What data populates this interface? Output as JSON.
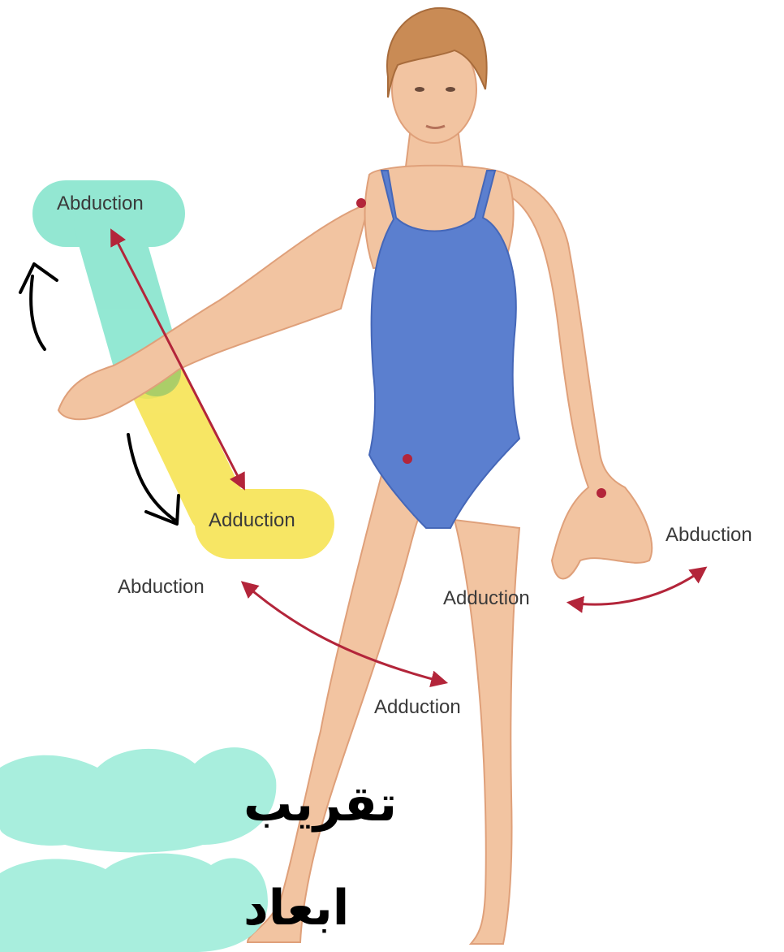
{
  "labels": {
    "arm_abduction": "Abduction",
    "arm_adduction": "Adduction",
    "leg_abduction": "Abduction",
    "leg_adduction": "Adduction",
    "hand_abduction": "Abduction",
    "hand_adduction": "Adduction"
  },
  "annotations": {
    "arabic_line_1": "تقريب",
    "arabic_line_2": "ابعاد"
  },
  "colors": {
    "skin": "#f2c4a1",
    "skin_shadow": "#dfa07a",
    "swimsuit": "#5b7fcf",
    "swimsuit_dark": "#4567b8",
    "hair": "#c98b55",
    "arrow": "#b3253a",
    "joint_dot": "#b3253a",
    "highlight_teal": "#6fe0c4",
    "highlight_yellow": "#f6e24a",
    "note_bubble": "#a8eedd"
  }
}
